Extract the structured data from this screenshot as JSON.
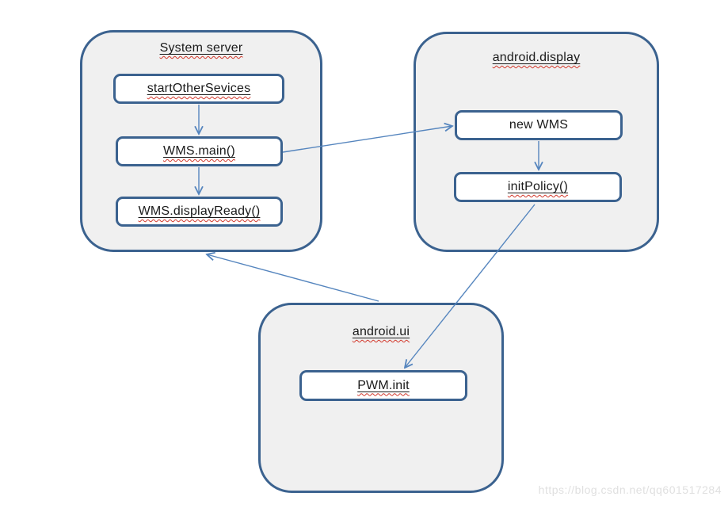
{
  "diagram": {
    "containers": [
      {
        "id": "system-server",
        "title": "System server"
      },
      {
        "id": "android-display",
        "title": "android.display"
      },
      {
        "id": "android-ui",
        "title": "android.ui"
      }
    ],
    "nodes": [
      {
        "id": "start-other-sevices",
        "label": "startOtherSevices",
        "container": "system-server"
      },
      {
        "id": "wms-main",
        "label": "WMS.main()",
        "container": "system-server"
      },
      {
        "id": "wms-display-ready",
        "label": "WMS.displayReady()",
        "container": "system-server"
      },
      {
        "id": "new-wms",
        "label": "new WMS",
        "container": "android-display"
      },
      {
        "id": "init-policy",
        "label": "initPolicy()",
        "container": "android-display"
      },
      {
        "id": "pwm-init",
        "label": "PWM.init",
        "container": "android-ui"
      }
    ],
    "edges": [
      {
        "from": "startOtherSevices",
        "to": "WMS.main()"
      },
      {
        "from": "WMS.main()",
        "to": "WMS.displayReady()"
      },
      {
        "from": "WMS.main()",
        "to": "new WMS"
      },
      {
        "from": "new WMS",
        "to": "initPolicy()"
      },
      {
        "from": "initPolicy()",
        "to": "PWM.init"
      },
      {
        "from": "android.ui",
        "to": "System server"
      }
    ]
  },
  "colors": {
    "container_border": "#3b628f",
    "container_fill": "#f0f0f0",
    "node_border": "#3b628f",
    "node_fill": "#ffffff",
    "arrow": "#5585be",
    "underline": "#1a1a1a",
    "squiggle": "#d2372b",
    "watermark_text": "#e0e0e0"
  },
  "watermark": {
    "text": "https://blog.csdn.net/qq601517284"
  }
}
